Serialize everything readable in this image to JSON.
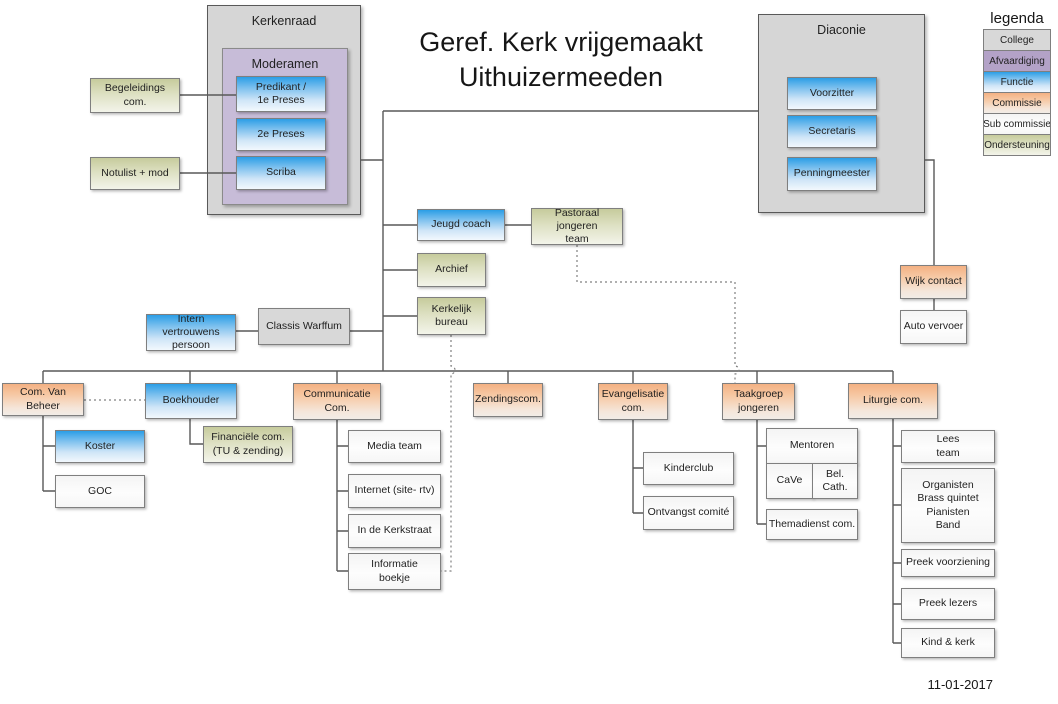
{
  "title": {
    "line1": "Geref. Kerk vrijgemaakt",
    "line2": "Uithuizermeeden"
  },
  "date": "11-01-2017",
  "legend": {
    "title": "legenda",
    "items": {
      "college": "College",
      "afvaardiging": "Afvaardiging",
      "functie": "Functie",
      "commissie": "Commissie",
      "sub_commissie": "Sub commissie",
      "ondersteuning": "Ondersteuning"
    }
  },
  "colors": {
    "college": "#d8d8d8",
    "afvaardiging": "#b3a2c7",
    "functie_top": "#2b9ee6",
    "commissie_top": "#f4b183",
    "sub_commissie": "#f4f4f4",
    "ondersteuning_top": "#c6cb9c"
  },
  "kerkenraad": {
    "title": "Kerkenraad",
    "moderamen": {
      "title": "Moderamen",
      "predikant": "Predikant /\n1e Preses",
      "tweede_preses": "2e Preses",
      "scriba": "Scriba"
    },
    "begeleidings_com": "Begeleidings\ncom.",
    "notulist": "Notulist + mod"
  },
  "diaconie": {
    "title": "Diaconie",
    "voorzitter": "Voorzitter",
    "secretaris": "Secretaris",
    "penningmeester": "Penningmeester",
    "wijk_contact": "Wijk contact",
    "auto_vervoer": "Auto vervoer"
  },
  "staf": {
    "jeugd_coach": "Jeugd coach",
    "pastoraal_jongeren_team": "Pastoraal jongeren\nteam",
    "archief": "Archief",
    "kerkelijk_bureau": "Kerkelijk\nbureau",
    "intern_vertrouwens_persoon": "Intern vertrouwens\npersoon",
    "classis_warffum": "Classis Warffum"
  },
  "commissies": {
    "com_van_beheer": {
      "title": "Com. Van Beheer",
      "koster": "Koster",
      "goc": "GOC"
    },
    "boekhouder": {
      "title": "Boekhouder",
      "financiele_com": "Financiële com.\n(TU & zending)"
    },
    "communicatie_com": {
      "title": "Communicatie\nCom.",
      "media_team": "Media team",
      "internet": "Internet (site- rtv)",
      "in_de_kerkstraat": "In de Kerkstraat",
      "informatie_boekje": "Informatie\nboekje"
    },
    "zendingscom": {
      "title": "Zendingscom."
    },
    "evangelisatie_com": {
      "title": "Evangelisatie\ncom.",
      "kinderclub": "Kinderclub",
      "ontvangst_comite": "Ontvangst comité"
    },
    "taakgroep_jongeren": {
      "title": "Taakgroep\njongeren",
      "mentoren": "Mentoren",
      "cave": "CaVe",
      "bel_cath": "Bel.\nCath.",
      "themadienst_com": "Themadienst com."
    },
    "liturgie_com": {
      "title": "Liturgie com.",
      "lees_team": "Lees\nteam",
      "organisten": "Organisten\nBrass quintet\nPianisten\nBand",
      "preek_voorziening": "Preek voorziening",
      "preek_lezers": "Preek lezers",
      "kind_kerk": "Kind & kerk"
    }
  }
}
